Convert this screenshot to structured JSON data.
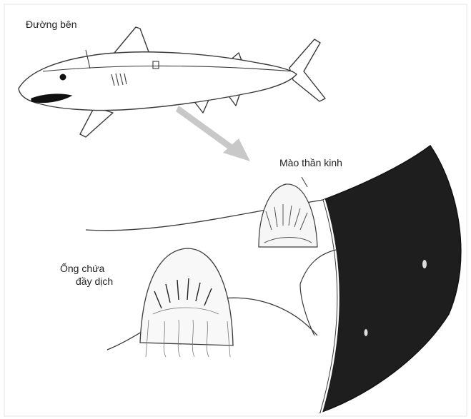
{
  "labels": {
    "lateral_line": "Đường bên",
    "nerve_crest": "Mào thần kinh",
    "canal_line1": "Ống chứa",
    "canal_line2": "đầy dịch"
  },
  "colors": {
    "line": "#3a3a3a",
    "skin_dark": "#1e1e1e",
    "arrow": "#c8c8c8",
    "hair": "#555555"
  }
}
